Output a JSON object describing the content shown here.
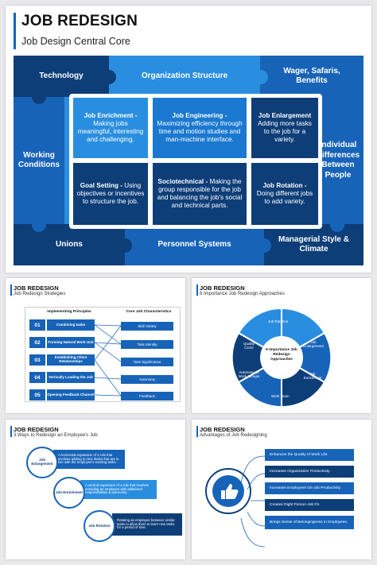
{
  "main": {
    "title": "JOB REDESIGN",
    "subtitle": "Job Design Central Core",
    "outer": {
      "technology": "Technology",
      "organization_structure": "Organization Structure",
      "wager": "Wager, Safaris, Benefits",
      "working_conditions": "Working Conditions",
      "individual_differences": "Individual Differences Between People",
      "unions": "Unions",
      "personnel_systems": "Personnel Systems",
      "managerial": "Managerial Style & Climate"
    },
    "cells": [
      {
        "title": "Job Enrichment -",
        "text": "Making jobs meaningful, interesting and challenging."
      },
      {
        "title": "Job Engineering -",
        "text": "Maximizing efficiency through time and motion studies and man-machine interface."
      },
      {
        "title": "Job Enlargement",
        "text": "Adding more tasks to the job for a variety."
      },
      {
        "title": "Goal Setting -",
        "text": "Using objectives or incentives to structure the job."
      },
      {
        "title": "Sociotechnical -",
        "text": "Making the group responsible for the job and balancing the job's social and technical parts."
      },
      {
        "title": "Job Rotation -",
        "text": "Doing different jobs to add variety."
      }
    ],
    "colors": {
      "dark": "#0e3e78",
      "mid": "#1763b8",
      "light": "#2a8ee0"
    }
  },
  "slide1": {
    "title": "JOB REDESIGN",
    "subtitle": "Job Redesign Strategies",
    "left_header": "Implementing Principles",
    "right_header": "Core Job Characteristics",
    "rows": [
      {
        "num": "01",
        "label": "Combining tasks"
      },
      {
        "num": "02",
        "label": "Forming Natural Work Unit"
      },
      {
        "num": "03",
        "label": "Establishing Client Relationships"
      },
      {
        "num": "04",
        "label": "Vertically Loading the Job"
      },
      {
        "num": "05",
        "label": "Opening Feedback Channel"
      }
    ],
    "characteristics": [
      "Skill Variety",
      "Task Identity",
      "Task Significance",
      "Autonomy",
      "Feedback"
    ]
  },
  "slide2": {
    "title": "JOB REDESIGN",
    "subtitle": "6 Importance Job Redesign Approaches",
    "center": "6 Importance Job Redesign Approaches",
    "items": [
      "Job Rotation",
      "Job Enlargement",
      "Job Enrichment",
      "Work Team",
      "Autonomous Work Groups",
      "Quality Circle"
    ]
  },
  "slide3": {
    "title": "JOB REDESIGN",
    "subtitle": "3 Ways to Redesign an Employee's Job",
    "items": [
      {
        "label": "Job Enlargement",
        "text": "A horizontal expansion of a role that involves adding to new duties that are in line with the employee's existing tasks."
      },
      {
        "label": "Job Enrichment",
        "text": "A vertical expansion of a role that involves providing an employee with additional responsibilities & autonomy."
      },
      {
        "label": "Job Rotation",
        "text": "Rotating an employee between similar tasks to allow them to learn new tasks for a period of time."
      }
    ]
  },
  "slide4": {
    "title": "JOB REDESIGN",
    "subtitle": "Advantages of Job Redesigning",
    "benefits": [
      "Enhances the Quality of Work Life.",
      "Increases Organization Productivity.",
      "Increases Employees On-Job Productivity.",
      "Creates Right Person-Job Fit.",
      "Brings Sense of Belongingness in Employees."
    ]
  }
}
